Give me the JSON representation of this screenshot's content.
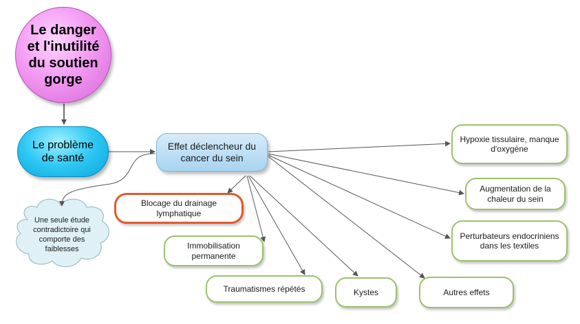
{
  "nodes": {
    "title": "Le danger et l'inutilité du soutien gorge",
    "problem": "Le problème de santé",
    "trigger": "Effet déclencheur du cancer du sein",
    "study": "Une seule étude contradictoire qui comporte des faiblesses",
    "hypoxia": "Hypoxie tissulaire, manque d'oxygène",
    "heat": "Augmentation de la chaleur du sein",
    "endocrine": "Perturbateurs endocriniens dans les textiles",
    "lymph": "Blocage du drainage lymphatique",
    "immobil": "Immobilisation permanente",
    "trauma": "Traumatismes répétés",
    "cysts": "Kystes",
    "other": "Autres effets"
  },
  "colors": {
    "title_fill": "#f29bf2",
    "problem_fill": "#2fc8f3",
    "trigger_fill": "#bfe0f5",
    "green_border": "#9bc26a",
    "red_border": "#e15a2b",
    "cloud_fill": "#dff1f6",
    "connector": "#5a5a5a"
  }
}
